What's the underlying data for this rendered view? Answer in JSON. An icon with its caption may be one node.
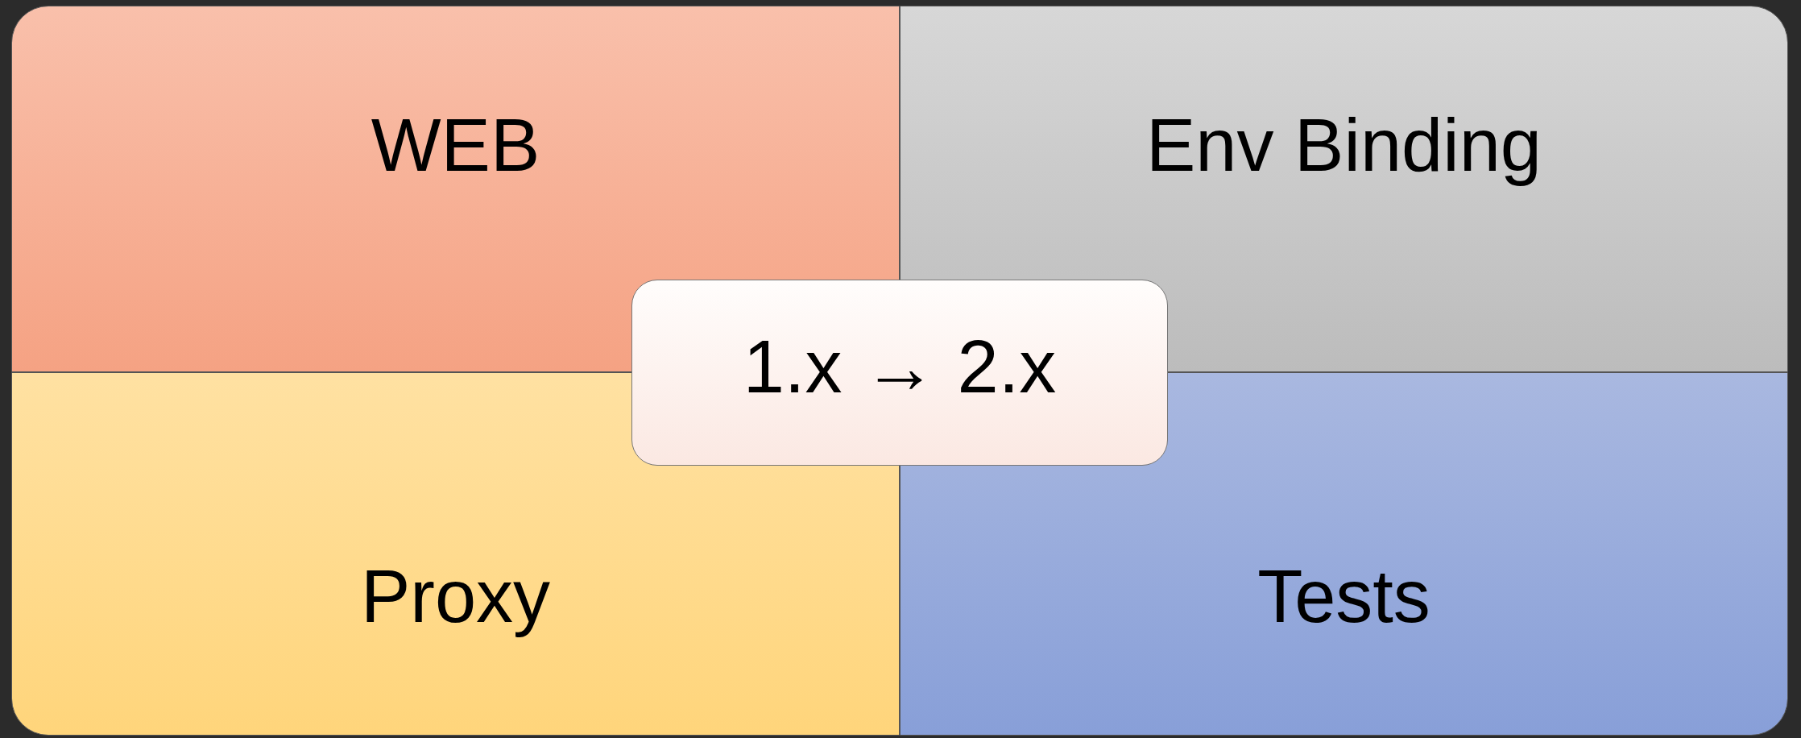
{
  "diagram": {
    "nodes": [
      {
        "text": [
          "WEB"
        ]
      },
      {
        "text": [
          "Env Binding"
        ]
      },
      {
        "text": [
          "Proxy"
        ]
      },
      {
        "text": [
          "Tests"
        ]
      },
      {
        "text": [
          "1.x → 2.x"
        ]
      }
    ]
  }
}
